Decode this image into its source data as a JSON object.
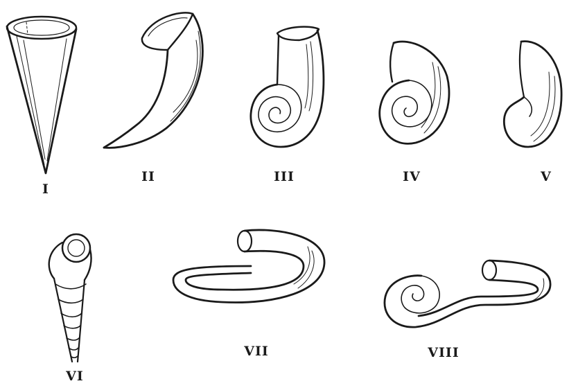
{
  "figures": [
    {
      "id": "fig-1",
      "label": "I",
      "icon": "straight-cone-shell"
    },
    {
      "id": "fig-2",
      "label": "II",
      "icon": "curved-horn-shell"
    },
    {
      "id": "fig-3",
      "label": "III",
      "icon": "spiral-with-erect-tube-shell"
    },
    {
      "id": "fig-4",
      "label": "IV",
      "icon": "close-coiled-spiral-shell"
    },
    {
      "id": "fig-5",
      "label": "V",
      "icon": "involute-coiled-shell"
    },
    {
      "id": "fig-6",
      "label": "VI",
      "icon": "turreted-helical-shell"
    },
    {
      "id": "fig-7",
      "label": "VII",
      "icon": "hooked-uncoiled-shell"
    },
    {
      "id": "fig-8",
      "label": "VIII",
      "icon": "spiral-then-straight-shell"
    }
  ],
  "colors": {
    "ink": "#1a1a1a",
    "paper": "#ffffff"
  }
}
